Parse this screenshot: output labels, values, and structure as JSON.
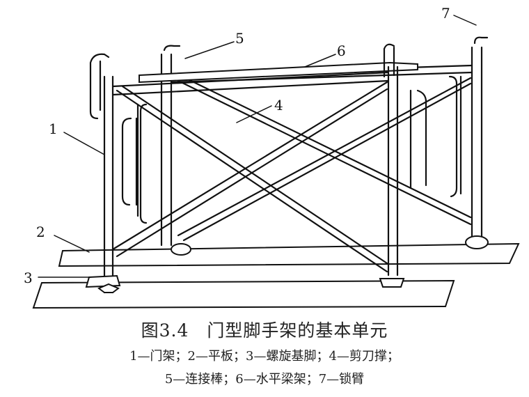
{
  "diagram": {
    "labels": [
      "1",
      "2",
      "3",
      "4",
      "5",
      "6",
      "7"
    ],
    "caption": {
      "title": "图3.4　门型脚手架的基本单元",
      "legend_line1": "1—门架；2—平板；3—螺旋基脚；4—剪刀撑；",
      "legend_line2": "5—连接棒；6—水平梁架；7—锁臂"
    }
  }
}
